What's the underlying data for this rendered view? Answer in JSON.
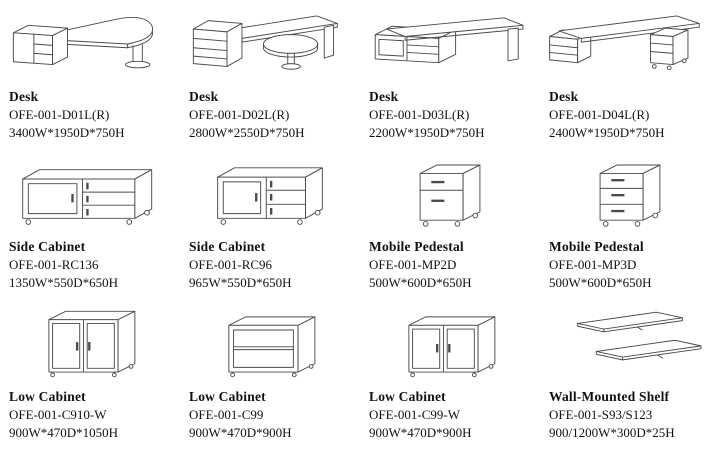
{
  "page": {
    "background": "#ffffff",
    "ink": "#111111",
    "line_color": "#4a4a4a"
  },
  "products": [
    {
      "name": "Desk",
      "model": "OFE-001-D01L(R)",
      "size": "3400W*1950D*750H",
      "illustration": "p-shaped-desk-with-return-cabinet"
    },
    {
      "name": "Desk",
      "model": "OFE-001-D02L(R)",
      "size": "2800W*2550D*750H",
      "illustration": "l-shaped-desk-with-round-meeting-end"
    },
    {
      "name": "Desk",
      "model": "OFE-001-D03L(R)",
      "size": "2200W*1950D*750H",
      "illustration": "desk-with-credenza-return"
    },
    {
      "name": "Desk",
      "model": "OFE-001-D04L(R)",
      "size": "2400W*1950D*750H",
      "illustration": "desk-with-return-and-mobile-pedestal"
    },
    {
      "name": "Side Cabinet",
      "model": "OFE-001-RC136",
      "size": "1350W*550D*650H",
      "illustration": "wide-side-cabinet-sliding-door-drawers"
    },
    {
      "name": "Side Cabinet",
      "model": "OFE-001-RC96",
      "size": "965W*550D*650H",
      "illustration": "side-cabinet-sliding-door-drawers"
    },
    {
      "name": "Mobile Pedestal",
      "model": "OFE-001-MP2D",
      "size": "500W*600D*650H",
      "illustration": "mobile-pedestal-2-drawer"
    },
    {
      "name": "Mobile Pedestal",
      "model": "OFE-001-MP3D",
      "size": "500W*600D*650H",
      "illustration": "mobile-pedestal-3-drawer"
    },
    {
      "name": "Low Cabinet",
      "model": "OFE-001-C910-W",
      "size": "900W*470D*1050H",
      "illustration": "low-cabinet-two-doors-tall"
    },
    {
      "name": "Low Cabinet",
      "model": "OFE-001-C99",
      "size": "900W*470D*900H",
      "illustration": "low-cabinet-open-shelf"
    },
    {
      "name": "Low Cabinet",
      "model": "OFE-001-C99-W",
      "size": "900W*470D*900H",
      "illustration": "low-cabinet-two-doors"
    },
    {
      "name": "Wall-Mounted Shelf",
      "model": "OFE-001-S93/S123",
      "size": "900/1200W*300D*25H",
      "illustration": "wall-mounted-shelves"
    }
  ]
}
